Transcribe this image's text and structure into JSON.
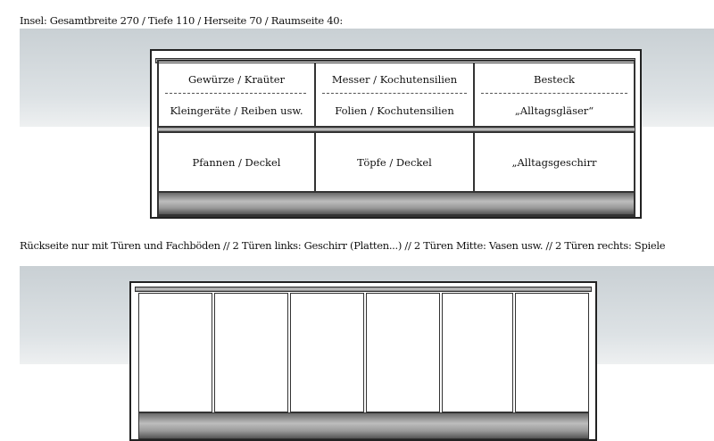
{
  "front": {
    "caption": "Insel: Gesamtbreite 270 / Tiefe 110 / Herseite 70 / Raumseite 40:",
    "top_drawers": [
      {
        "upper": "Gewürze / Kraüter",
        "lower": "Kleingeräte / Reiben usw."
      },
      {
        "upper": "Messer / Kochutensilien",
        "lower": "Folien / Kochutensilien"
      },
      {
        "upper": "Besteck",
        "lower": "„Alltagsgläser“"
      }
    ],
    "bottom_drawers": [
      "Pfannen / Deckel",
      "Töpfe / Deckel",
      "„Alltagsgeschirr"
    ]
  },
  "back": {
    "caption": "Rückseite nur mit Türen und Fachböden // 2 Türen links: Geschirr (Platten...)  // 2 Türen Mitte: Vasen usw.  // 2 Türen rechts: Spiele",
    "door_count": 6
  }
}
